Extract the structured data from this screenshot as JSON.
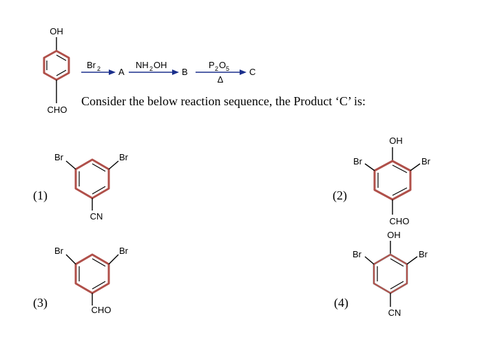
{
  "question": {
    "text": "Consider the below reaction sequence, the Product ‘C’ is:"
  },
  "reaction": {
    "starting_material": {
      "top": "OH",
      "bottom": "CHO"
    },
    "step1": {
      "reagent_main": "Br",
      "reagent_sub": "2",
      "product": "A"
    },
    "step2": {
      "reagent_main": "NH",
      "reagent_sub": "2",
      "reagent_tail": "OH",
      "product": "B"
    },
    "step3": {
      "reagent_p": "P",
      "reagent_p_sub": "2",
      "reagent_o": "O",
      "reagent_o_sub": "5",
      "condition": "Δ",
      "product": "C"
    }
  },
  "options": [
    {
      "label": "(1)",
      "br_left": "Br",
      "br_right": "Br",
      "top": "",
      "bottom": "CN"
    },
    {
      "label": "(2)",
      "br_left": "Br",
      "br_right": "Br",
      "top": "OH",
      "bottom": "CHO"
    },
    {
      "label": "(3)",
      "br_left": "Br",
      "br_right": "Br",
      "top": "",
      "bottom": "CHO"
    },
    {
      "label": "(4)",
      "br_left": "Br",
      "br_right": "Br",
      "top": "OH",
      "bottom": "CN"
    }
  ],
  "colors": {
    "ring": "#b0504a",
    "ring_grey": "#a0a0a0",
    "arrow": "#1a2f8c"
  }
}
